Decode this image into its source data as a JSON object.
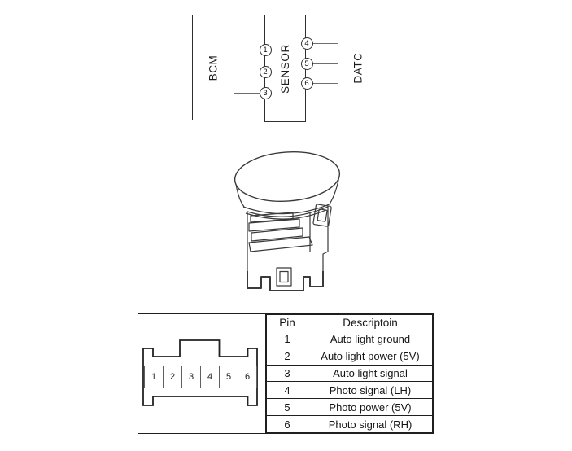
{
  "diagram": {
    "boxes": [
      {
        "id": "bcm",
        "label": "BCM"
      },
      {
        "id": "sensor",
        "label": "SENSOR"
      },
      {
        "id": "datc",
        "label": "DATC"
      }
    ],
    "left_pins": [
      "1",
      "2",
      "3"
    ],
    "right_pins": [
      "4",
      "5",
      "6"
    ]
  },
  "component": {
    "name": "photo-sensor-line-drawing"
  },
  "pinout": {
    "connector_pins": [
      "1",
      "2",
      "3",
      "4",
      "5",
      "6"
    ],
    "table": {
      "headers": {
        "pin": "Pin",
        "description": "Descriptoin"
      },
      "rows": [
        {
          "pin": "1",
          "description": "Auto light ground"
        },
        {
          "pin": "2",
          "description": "Auto light power (5V)"
        },
        {
          "pin": "3",
          "description": "Auto light signal"
        },
        {
          "pin": "4",
          "description": "Photo signal (LH)"
        },
        {
          "pin": "5",
          "description": "Photo power (5V)"
        },
        {
          "pin": "6",
          "description": "Photo signal (RH)"
        }
      ]
    }
  },
  "colors": {
    "background": "#ffffff",
    "outline": "#2f2f2f",
    "wire": "#6e6e6e",
    "table_border": "#1f1f1f",
    "pin_cell_border": "#606060"
  }
}
